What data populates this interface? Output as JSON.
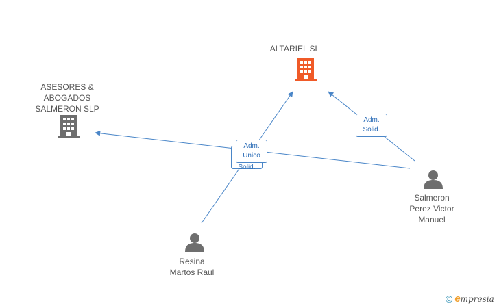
{
  "colors": {
    "edge": "#4a86c8",
    "company_focus": "#f05a28",
    "company": "#6e6e6e",
    "person": "#6e6e6e"
  },
  "nodes": {
    "altariel": {
      "label": "ALTARIEL SL",
      "icon": "building-icon"
    },
    "asesores": {
      "label": "ASESORES &\nABOGADOS\nSALMERON SLP",
      "icon": "building-icon"
    },
    "salmeron": {
      "label": "Salmeron\nPerez Victor\nManuel",
      "icon": "person-icon"
    },
    "resina": {
      "label": "Resina\nMartos Raul",
      "icon": "person-icon"
    }
  },
  "edges": {
    "salmeron_to_altariel": "Adm.\nSolid.",
    "resina_to_altariel": "Adm.\nUnico",
    "salmeron_to_asesores": "Adm.\nSolid."
  },
  "watermark": {
    "copyright": "©",
    "brand_first": "e",
    "brand_rest": "mpresia"
  }
}
